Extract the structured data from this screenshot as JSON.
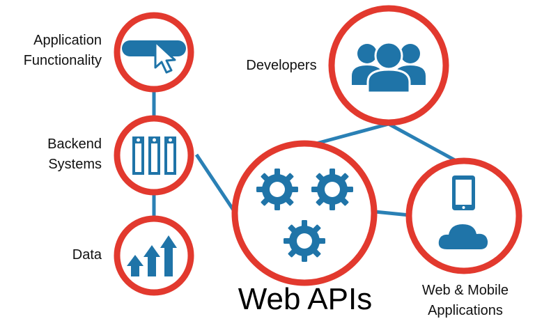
{
  "nodes": {
    "application_functionality": {
      "label": "Application\nFunctionality",
      "icon": "cursor-click-icon"
    },
    "backend_systems": {
      "label": "Backend\nSystems",
      "icon": "server-racks-icon"
    },
    "data": {
      "label": "Data",
      "icon": "growth-arrows-icon"
    },
    "developers": {
      "label": "Developers",
      "icon": "user-group-icon"
    },
    "web_apis": {
      "label": "Web APIs",
      "icon": "gears-icon"
    },
    "web_mobile_applications": {
      "label": "Web & Mobile\nApplications",
      "icon": "phone-cloud-icon"
    }
  },
  "colors": {
    "ring": "#e2392e",
    "icon": "#1f74a8",
    "connector": "#2a80b5"
  }
}
